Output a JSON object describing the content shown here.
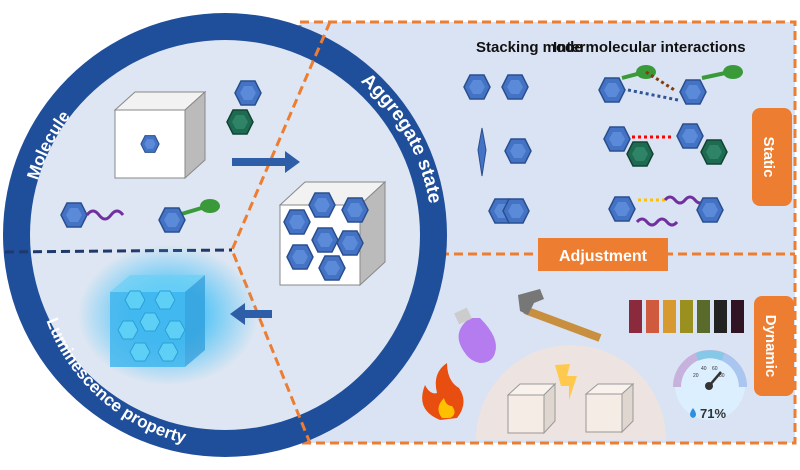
{
  "ring_labels": {
    "molecule": "Molecule",
    "aggregate": "Aggregate state",
    "luminescence": "Luminescence property"
  },
  "headers": {
    "stacking": "Stacking mode",
    "interactions": "Intermolecular interactions"
  },
  "tags": {
    "static": "Static",
    "adjustment": "Adjustment",
    "dynamic": "Dynamic"
  },
  "gauge": {
    "ticks": [
      "20",
      "40",
      "60",
      "80"
    ],
    "value_text": "71%",
    "value": 71
  },
  "colors": {
    "ring": "#1f4e9a",
    "panel": "#dae3f3",
    "orange": "#ed7d31",
    "hex_blue": "#4472c4",
    "hex_green": "#1e6b52",
    "glow": "#4fc3f7"
  },
  "ph_strip": [
    "#8b2a3c",
    "#d05a3e",
    "#d69a30",
    "#9a9020",
    "#5a6a2a",
    "#222222",
    "#301424"
  ]
}
